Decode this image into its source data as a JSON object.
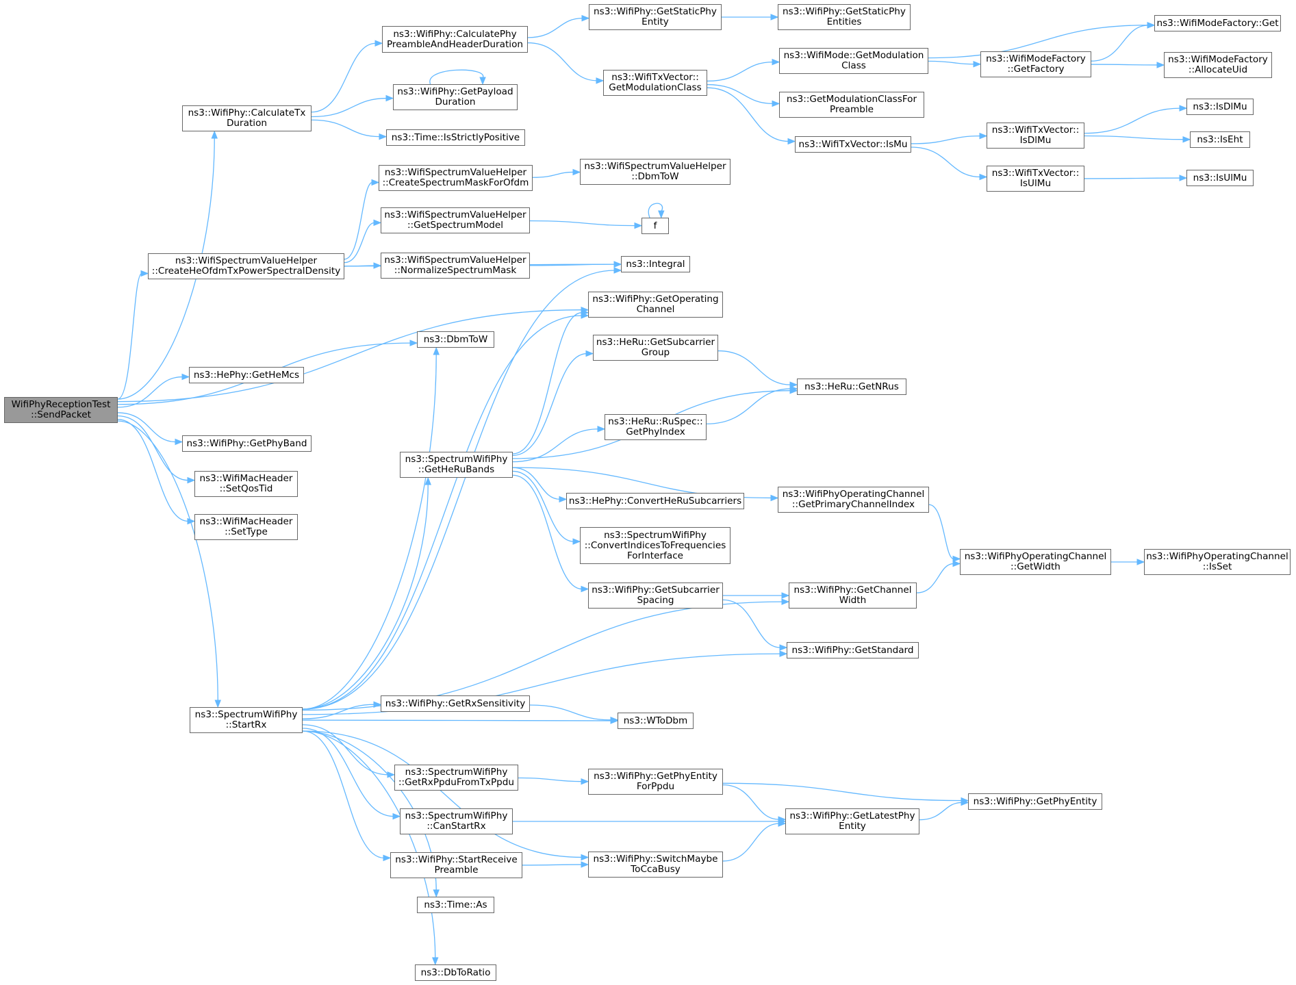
{
  "diagram": {
    "nodes": [
      {
        "id": "root",
        "lines": [
          "WifiPhyReceptionTest",
          "::SendPacket"
        ],
        "root": true
      },
      {
        "id": "calcTx",
        "lines": [
          "ns3::WifiPhy::CalculateTx",
          "Duration"
        ]
      },
      {
        "id": "heOfdm",
        "lines": [
          "ns3::WifiSpectrumValueHelper",
          "::CreateHeOfdmTxPowerSpectralDensity"
        ]
      },
      {
        "id": "dbmToW",
        "lines": [
          "ns3::DbmToW"
        ]
      },
      {
        "id": "getHeMcs",
        "lines": [
          "ns3::HePhy::GetHeMcs"
        ]
      },
      {
        "id": "getPhyBand",
        "lines": [
          "ns3::WifiPhy::GetPhyBand"
        ]
      },
      {
        "id": "setQosTid",
        "lines": [
          "ns3::WifiMacHeader",
          "::SetQosTid"
        ]
      },
      {
        "id": "setType",
        "lines": [
          "ns3::WifiMacHeader",
          "::SetType"
        ]
      },
      {
        "id": "startRx",
        "lines": [
          "ns3::SpectrumWifiPhy",
          "::StartRx"
        ]
      },
      {
        "id": "calcPreamble",
        "lines": [
          "ns3::WifiPhy::CalculatePhy",
          "PreambleAndHeaderDuration"
        ]
      },
      {
        "id": "payloadDur",
        "lines": [
          "ns3::WifiPhy::GetPayload",
          "Duration"
        ]
      },
      {
        "id": "strictlyPos",
        "lines": [
          "ns3::Time::IsStrictlyPositive"
        ]
      },
      {
        "id": "maskOfdm",
        "lines": [
          "ns3::WifiSpectrumValueHelper",
          "::CreateSpectrumMaskForOfdm"
        ]
      },
      {
        "id": "specModel",
        "lines": [
          "ns3::WifiSpectrumValueHelper",
          "::GetSpectrumModel"
        ]
      },
      {
        "id": "normMask",
        "lines": [
          "ns3::WifiSpectrumValueHelper",
          "::NormalizeSpectrumMask"
        ]
      },
      {
        "id": "heRuBands",
        "lines": [
          "ns3::SpectrumWifiPhy",
          "::GetHeRuBands"
        ]
      },
      {
        "id": "rxSens",
        "lines": [
          "ns3::WifiPhy::GetRxSensitivity"
        ]
      },
      {
        "id": "rxPpdu",
        "lines": [
          "ns3::SpectrumWifiPhy",
          "::GetRxPpduFromTxPpdu"
        ]
      },
      {
        "id": "canStartRx",
        "lines": [
          "ns3::SpectrumWifiPhy",
          "::CanStartRx"
        ]
      },
      {
        "id": "startRecvPre",
        "lines": [
          "ns3::WifiPhy::StartReceive",
          "Preamble"
        ]
      },
      {
        "id": "timeAs",
        "lines": [
          "ns3::Time::As"
        ]
      },
      {
        "id": "dbToRatio",
        "lines": [
          "ns3::DbToRatio"
        ]
      },
      {
        "id": "staticEntity",
        "lines": [
          "ns3::WifiPhy::GetStaticPhy",
          "Entity"
        ]
      },
      {
        "id": "txModClass",
        "lines": [
          "ns3::WifiTxVector::",
          "GetModulationClass"
        ]
      },
      {
        "id": "helperDbmToW",
        "lines": [
          "ns3::WifiSpectrumValueHelper",
          "::DbmToW"
        ]
      },
      {
        "id": "f",
        "lines": [
          "f"
        ]
      },
      {
        "id": "integral",
        "lines": [
          "ns3::Integral"
        ]
      },
      {
        "id": "opChannel",
        "lines": [
          "ns3::WifiPhy::GetOperating",
          "Channel"
        ]
      },
      {
        "id": "subGroup",
        "lines": [
          "ns3::HeRu::GetSubcarrier",
          "Group"
        ]
      },
      {
        "id": "phyIndex",
        "lines": [
          "ns3::HeRu::RuSpec::",
          "GetPhyIndex"
        ]
      },
      {
        "id": "convHeRu",
        "lines": [
          "ns3::HePhy::ConvertHeRuSubcarriers"
        ]
      },
      {
        "id": "convIdx",
        "lines": [
          "ns3::SpectrumWifiPhy",
          "::ConvertIndicesToFrequencies",
          "ForInterface"
        ]
      },
      {
        "id": "subSpacing",
        "lines": [
          "ns3::WifiPhy::GetSubcarrier",
          "Spacing"
        ]
      },
      {
        "id": "wToDbm",
        "lines": [
          "ns3::WToDbm"
        ]
      },
      {
        "id": "entityPpdu",
        "lines": [
          "ns3::WifiPhy::GetPhyEntity",
          "ForPpdu"
        ]
      },
      {
        "id": "switchCca",
        "lines": [
          "ns3::WifiPhy::SwitchMaybe",
          "ToCcaBusy"
        ]
      },
      {
        "id": "staticEntities",
        "lines": [
          "ns3::WifiPhy::GetStaticPhy",
          "Entities"
        ]
      },
      {
        "id": "modeModClass",
        "lines": [
          "ns3::WifiMode::GetModulation",
          "Class"
        ]
      },
      {
        "id": "modClassPre",
        "lines": [
          "ns3::GetModulationClassFor",
          "Preamble"
        ]
      },
      {
        "id": "txIsMu",
        "lines": [
          "ns3::WifiTxVector::IsMu"
        ]
      },
      {
        "id": "getNRus",
        "lines": [
          "ns3::HeRu::GetNRus"
        ]
      },
      {
        "id": "primIdx",
        "lines": [
          "ns3::WifiPhyOperatingChannel",
          "::GetPrimaryChannelIndex"
        ]
      },
      {
        "id": "chWidth",
        "lines": [
          "ns3::WifiPhy::GetChannel",
          "Width"
        ]
      },
      {
        "id": "getStandard",
        "lines": [
          "ns3::WifiPhy::GetStandard"
        ]
      },
      {
        "id": "latestEntity",
        "lines": [
          "ns3::WifiPhy::GetLatestPhy",
          "Entity"
        ]
      },
      {
        "id": "factory",
        "lines": [
          "ns3::WifiModeFactory",
          "::GetFactory"
        ]
      },
      {
        "id": "txIsDlMu",
        "lines": [
          "ns3::WifiTxVector::",
          "IsDlMu"
        ]
      },
      {
        "id": "txIsUlMu",
        "lines": [
          "ns3::WifiTxVector::",
          "IsUlMu"
        ]
      },
      {
        "id": "opGetWidth",
        "lines": [
          "ns3::WifiPhyOperatingChannel",
          "::GetWidth"
        ]
      },
      {
        "id": "getPhyEntity",
        "lines": [
          "ns3::WifiPhy::GetPhyEntity"
        ]
      },
      {
        "id": "factoryGet",
        "lines": [
          "ns3::WifiModeFactory::Get"
        ]
      },
      {
        "id": "allocUid",
        "lines": [
          "ns3::WifiModeFactory",
          "::AllocateUid"
        ]
      },
      {
        "id": "isDlMu",
        "lines": [
          "ns3::IsDlMu"
        ]
      },
      {
        "id": "isEht",
        "lines": [
          "ns3::IsEht"
        ]
      },
      {
        "id": "isUlMu",
        "lines": [
          "ns3::IsUlMu"
        ]
      },
      {
        "id": "opIsSet",
        "lines": [
          "ns3::WifiPhyOperatingChannel",
          "::IsSet"
        ]
      }
    ],
    "edges": [
      [
        "root",
        "calcTx"
      ],
      [
        "root",
        "heOfdm"
      ],
      [
        "root",
        "dbmToW"
      ],
      [
        "root",
        "getHeMcs"
      ],
      [
        "root",
        "opChannel"
      ],
      [
        "root",
        "getPhyBand"
      ],
      [
        "root",
        "setQosTid"
      ],
      [
        "root",
        "setType"
      ],
      [
        "root",
        "startRx"
      ],
      [
        "calcTx",
        "calcPreamble"
      ],
      [
        "calcTx",
        "payloadDur"
      ],
      [
        "calcTx",
        "strictlyPos"
      ],
      [
        "payloadDur",
        "payloadDur"
      ],
      [
        "calcPreamble",
        "staticEntity"
      ],
      [
        "calcPreamble",
        "txModClass"
      ],
      [
        "staticEntity",
        "staticEntities"
      ],
      [
        "txModClass",
        "modeModClass"
      ],
      [
        "txModClass",
        "modClassPre"
      ],
      [
        "txModClass",
        "txIsMu"
      ],
      [
        "modeModClass",
        "factoryGet"
      ],
      [
        "modeModClass",
        "factory"
      ],
      [
        "factory",
        "factoryGet"
      ],
      [
        "factory",
        "allocUid"
      ],
      [
        "txIsMu",
        "txIsDlMu"
      ],
      [
        "txIsMu",
        "txIsUlMu"
      ],
      [
        "txIsDlMu",
        "isDlMu"
      ],
      [
        "txIsDlMu",
        "isEht"
      ],
      [
        "txIsUlMu",
        "isUlMu"
      ],
      [
        "heOfdm",
        "maskOfdm"
      ],
      [
        "heOfdm",
        "specModel"
      ],
      [
        "heOfdm",
        "normMask"
      ],
      [
        "heOfdm",
        "integral"
      ],
      [
        "maskOfdm",
        "helperDbmToW"
      ],
      [
        "specModel",
        "f"
      ],
      [
        "f",
        "f"
      ],
      [
        "normMask",
        "integral"
      ],
      [
        "startRx",
        "dbmToW"
      ],
      [
        "startRx",
        "integral"
      ],
      [
        "startRx",
        "opChannel"
      ],
      [
        "startRx",
        "heRuBands"
      ],
      [
        "startRx",
        "chWidth"
      ],
      [
        "startRx",
        "getStandard"
      ],
      [
        "startRx",
        "rxSens"
      ],
      [
        "startRx",
        "wToDbm"
      ],
      [
        "startRx",
        "rxPpdu"
      ],
      [
        "startRx",
        "canStartRx"
      ],
      [
        "startRx",
        "startRecvPre"
      ],
      [
        "startRx",
        "timeAs"
      ],
      [
        "startRx",
        "switchCca"
      ],
      [
        "startRx",
        "dbToRatio"
      ],
      [
        "heRuBands",
        "opChannel"
      ],
      [
        "heRuBands",
        "subGroup"
      ],
      [
        "heRuBands",
        "getNRus"
      ],
      [
        "heRuBands",
        "phyIndex"
      ],
      [
        "heRuBands",
        "primIdx"
      ],
      [
        "heRuBands",
        "convHeRu"
      ],
      [
        "heRuBands",
        "convIdx"
      ],
      [
        "heRuBands",
        "subSpacing"
      ],
      [
        "subGroup",
        "getNRus"
      ],
      [
        "phyIndex",
        "getNRus"
      ],
      [
        "primIdx",
        "opGetWidth"
      ],
      [
        "opGetWidth",
        "opIsSet"
      ],
      [
        "subSpacing",
        "chWidth"
      ],
      [
        "subSpacing",
        "getStandard"
      ],
      [
        "chWidth",
        "opGetWidth"
      ],
      [
        "rxSens",
        "wToDbm"
      ],
      [
        "rxPpdu",
        "entityPpdu"
      ],
      [
        "entityPpdu",
        "getPhyEntity"
      ],
      [
        "entityPpdu",
        "latestEntity"
      ],
      [
        "canStartRx",
        "latestEntity"
      ],
      [
        "latestEntity",
        "getPhyEntity"
      ],
      [
        "startRecvPre",
        "switchCca"
      ],
      [
        "switchCca",
        "latestEntity"
      ]
    ]
  }
}
